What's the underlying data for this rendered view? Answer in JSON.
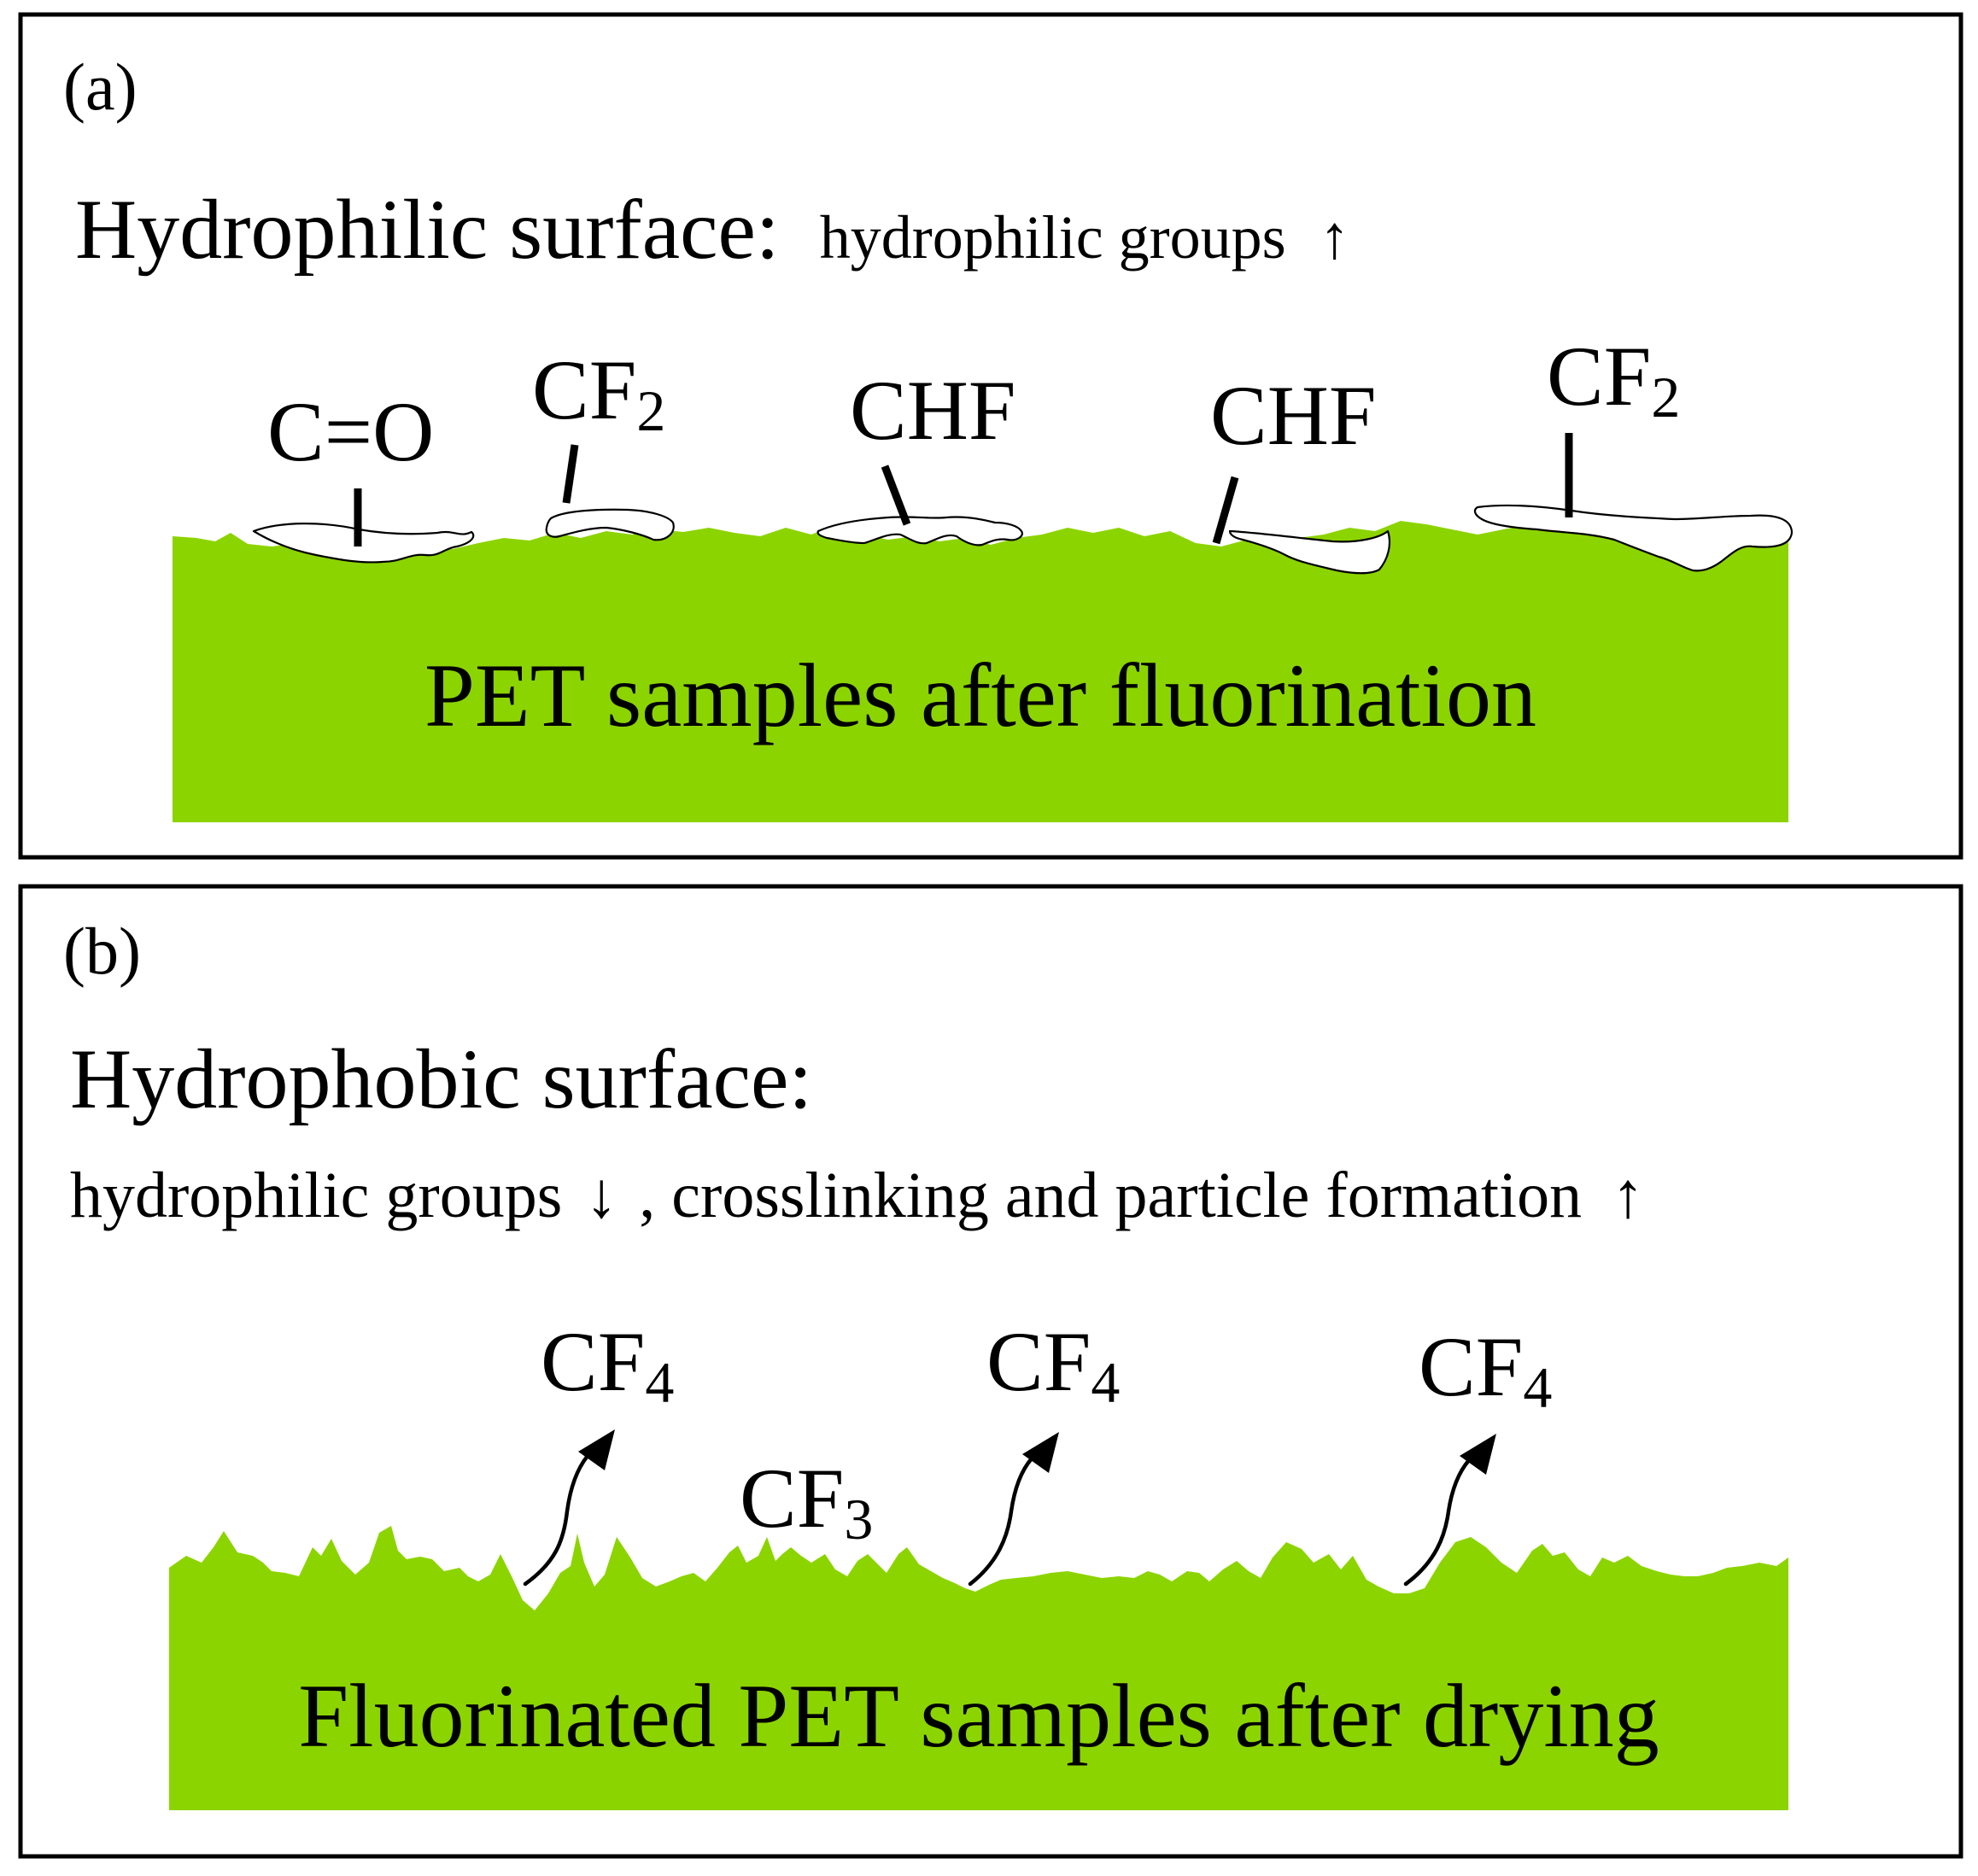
{
  "colors": {
    "substrate": "#8cd400",
    "frame": "#000000",
    "background": "#ffffff"
  },
  "panel_a": {
    "label": "(a)",
    "heading": "Hydrophilic surface:",
    "subheading": "hydrophilic groups",
    "subheading_arrow": "↑",
    "groups": [
      {
        "base": "C=O",
        "sub": ""
      },
      {
        "base": "CF",
        "sub": "2"
      },
      {
        "base": "CHF",
        "sub": ""
      },
      {
        "base": "CHF",
        "sub": ""
      },
      {
        "base": "CF",
        "sub": "2"
      }
    ],
    "substrate_label": "PET samples after fluorination"
  },
  "panel_b": {
    "label": "(b)",
    "heading": "Hydrophobic surface:",
    "subheading_part1": "hydrophilic groups",
    "subheading_arrow1": "↓",
    "subheading_part2": ", crosslinking and particle formation",
    "subheading_arrow2": "↑",
    "released": [
      {
        "base": "CF",
        "sub": "4"
      },
      {
        "base": "CF",
        "sub": "4"
      },
      {
        "base": "CF",
        "sub": "4"
      }
    ],
    "surface_group": {
      "base": "CF",
      "sub": "3"
    },
    "substrate_label": "Fluorinated PET samples after drying"
  }
}
